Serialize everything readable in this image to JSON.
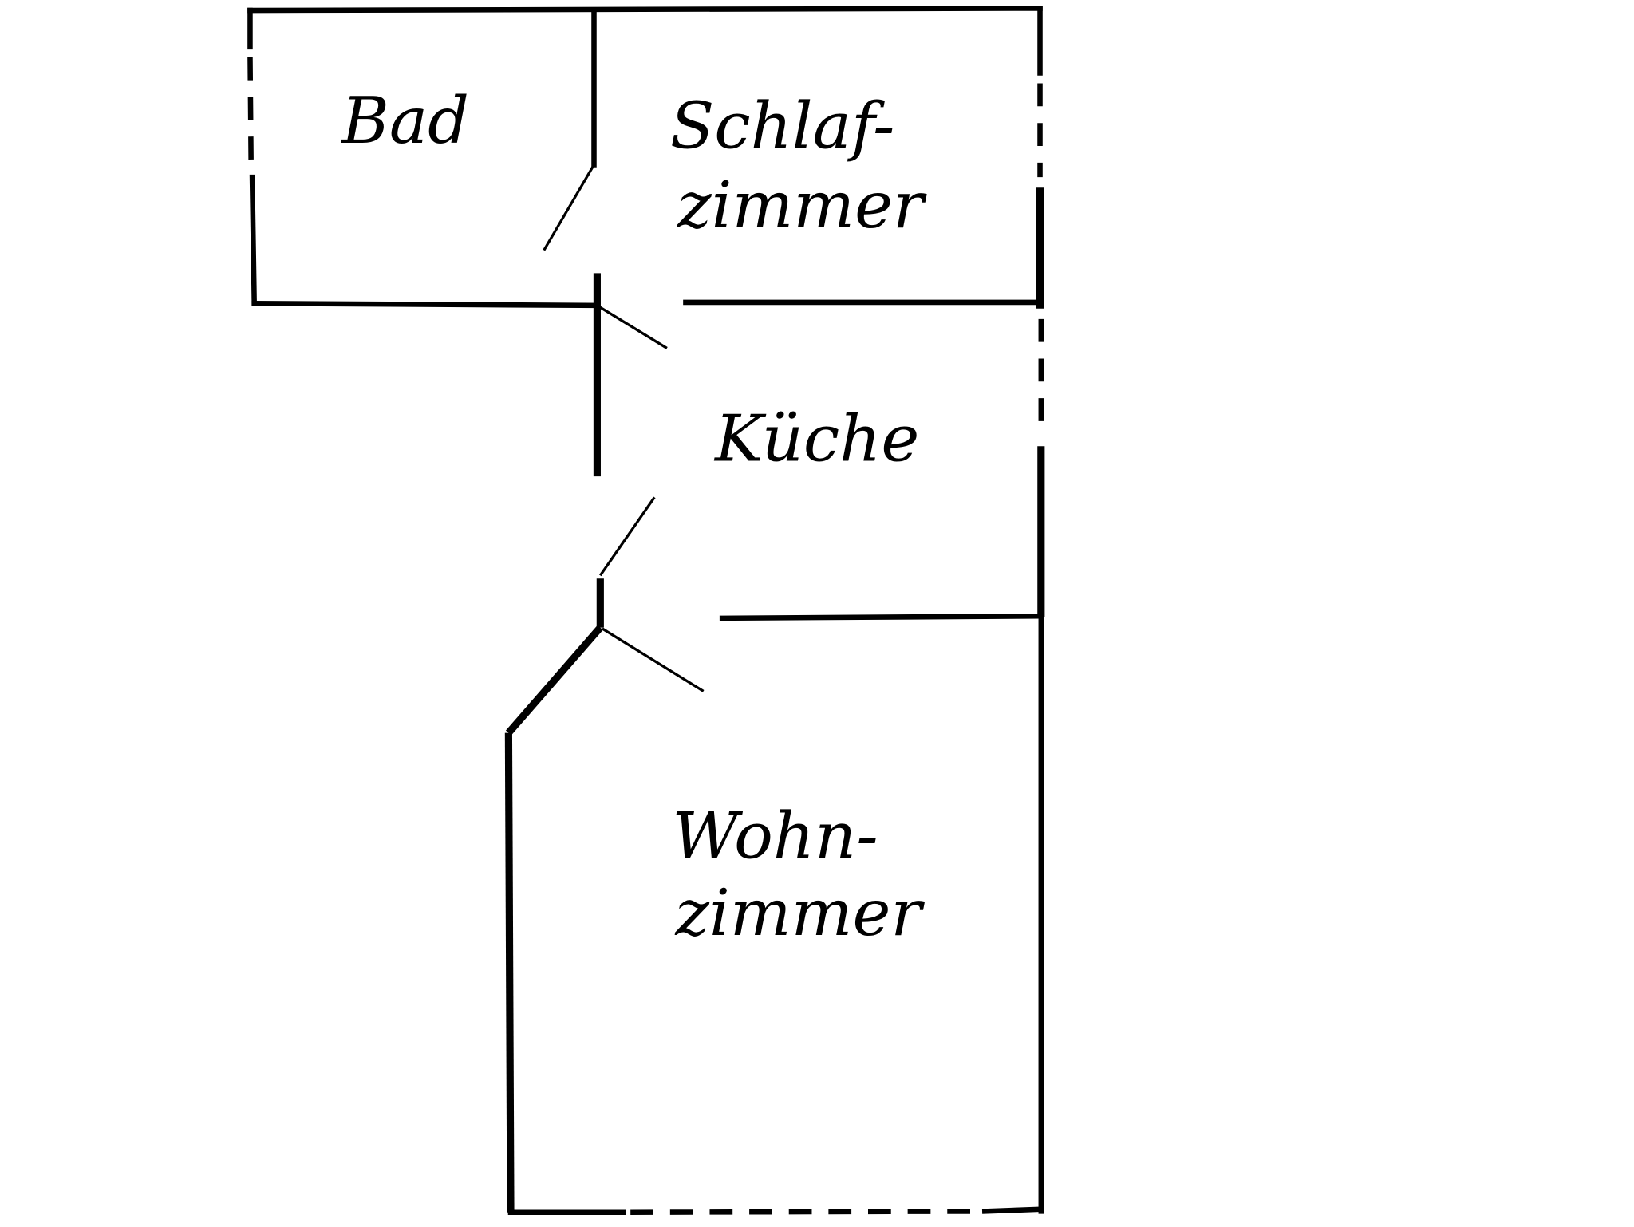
{
  "title": "Floor plan",
  "rooms": {
    "bad": "Bad",
    "schlaf_line1": "Schlaf-",
    "schlaf_line2": "zimmer",
    "kueche": "Küche",
    "wohn_line1": "Wohn-",
    "wohn_line2": "zimmer"
  },
  "colors": {
    "line": "#000000",
    "background": "#ffffff"
  }
}
